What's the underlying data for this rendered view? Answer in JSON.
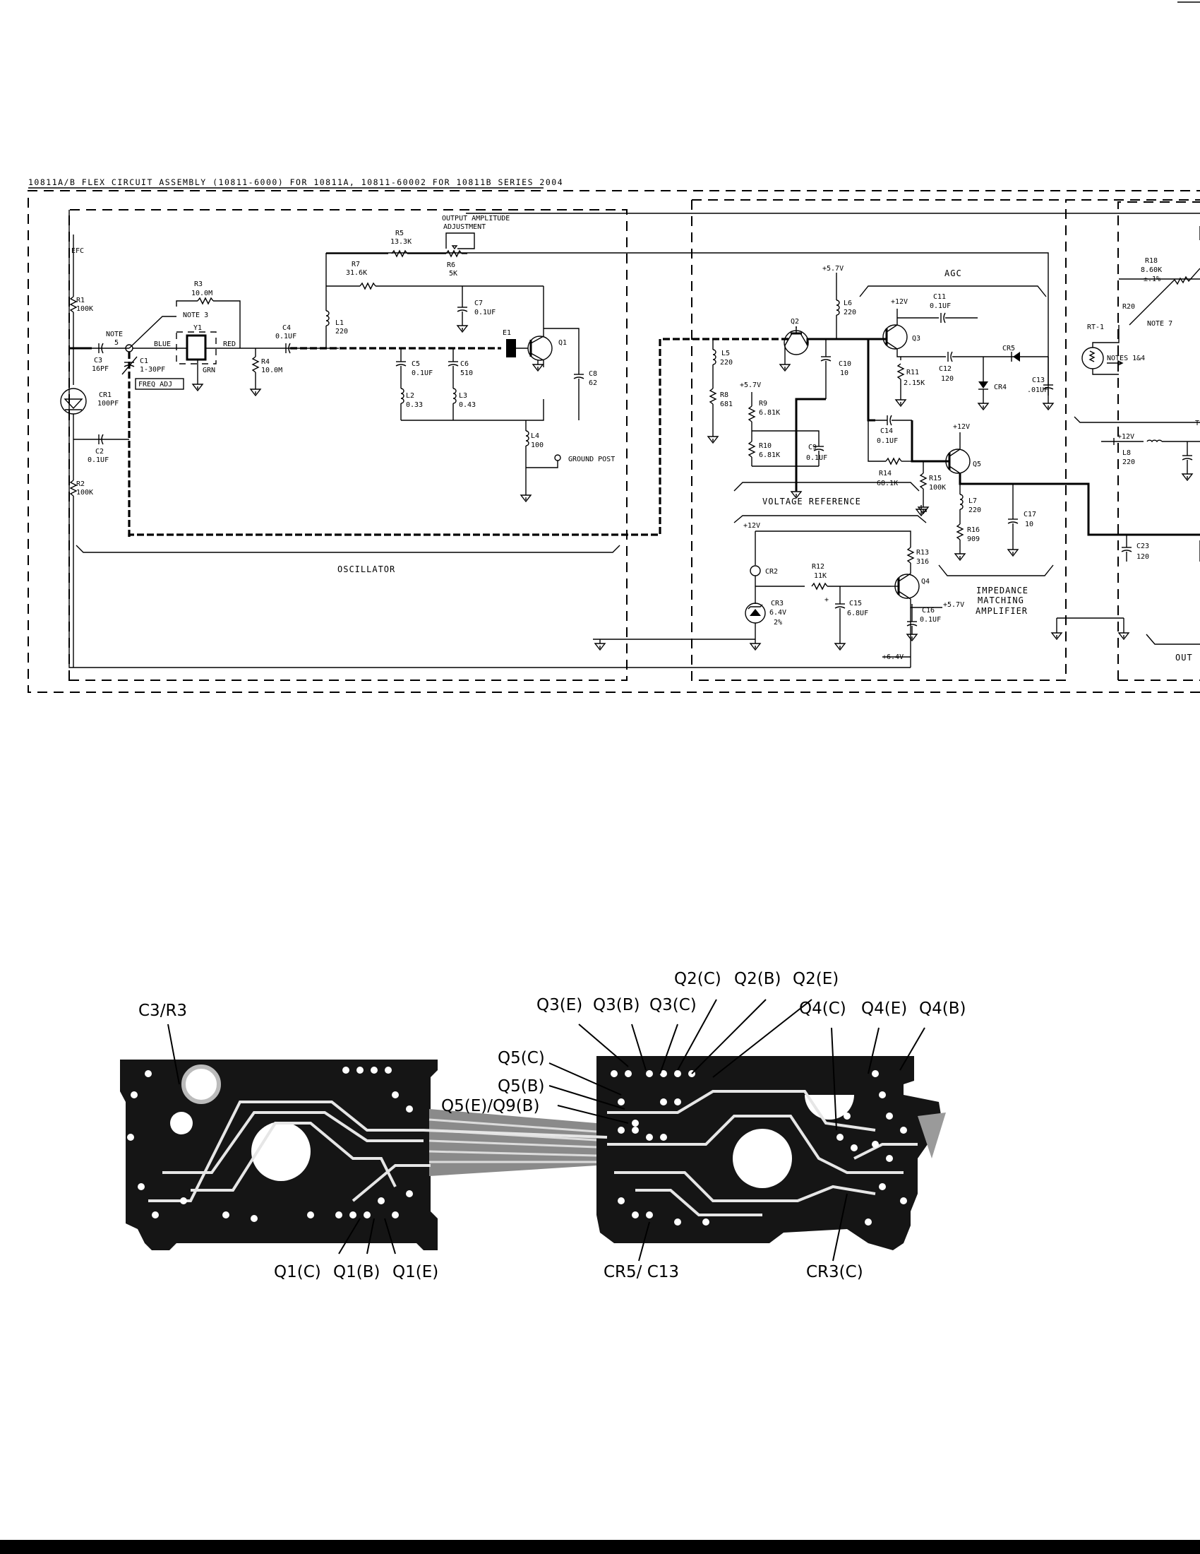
{
  "schematic": {
    "title": "10811A/B FLEX CIRCUIT ASSEMBLY (10811-6000) FOR 10811A, 10811-60002 FOR 10811B SERIES 2004",
    "efc": "EFC",
    "output_amplitude": "OUTPUT AMPLITUDE",
    "adjustment": "ADJUSTMENT",
    "ground_post": "GROUND POST",
    "freq_adj": "FREQ ADJ",
    "note5": "NOTE",
    "note5n": "5",
    "note3": "NOTE 3",
    "blue": "BLUE",
    "red": "RED",
    "grn": "GRN",
    "note7": "NOTE 7",
    "notes14": "NOTES 1&4",
    "rt1": "RT-1",
    "agc": "AGC",
    "out_partial": "OUT",
    "t_partial": "T",
    "sections": {
      "oscillator": "OSCILLATOR",
      "voltage_reference": "VOLTAGE REFERENCE",
      "impedance1": "IMPEDANCE",
      "impedance2": "MATCHING",
      "impedance3": "AMPLIFIER"
    },
    "rails": {
      "v57a": "+5.7V",
      "v57b": "+5.7V",
      "v57c": "+5.7V",
      "v12a": "+12V",
      "v12b": "+12V",
      "v12c": "+12V",
      "v12d": "+12V",
      "v64": "+6.4V"
    },
    "components": {
      "R1": "R1",
      "R1v": "100K",
      "R2": "R2",
      "R2v": "100K",
      "R3": "R3",
      "R3v": "10.0M",
      "R4": "R4",
      "R4v": "10.0M",
      "R5": "R5",
      "R5v": "13.3K",
      "R6": "R6",
      "R6v": "5K",
      "R7": "R7",
      "R7v": "31.6K",
      "R8": "R8",
      "R8v": "681",
      "R9": "R9",
      "R9v": "6.81K",
      "R10": "R10",
      "R10v": "6.81K",
      "R11": "R11",
      "R11v": "2.15K",
      "R12": "R12",
      "R12v": "11K",
      "R13": "R13",
      "R13v": "316",
      "R14": "R14",
      "R14v": "68.1K",
      "R15": "R15",
      "R15v": "100K",
      "R16": "R16",
      "R16v": "909",
      "R18": "R18",
      "R18v": "8.60K",
      "R18t": "±.1%",
      "R20": "R20",
      "C1": "C1",
      "C1v": "1-30PF",
      "C2": "C2",
      "C2v": "0.1UF",
      "C3": "C3",
      "C3v": "16PF",
      "C4": "C4",
      "C4v": "0.1UF",
      "C5": "C5",
      "C5v": "0.1UF",
      "C6": "C6",
      "C6v": "510",
      "C7": "C7",
      "C7v": "0.1UF",
      "C8": "C8",
      "C8v": "62",
      "C9": "C9",
      "C9v": "0.1UF",
      "C10": "C10",
      "C10v": "10",
      "C11": "C11",
      "C11v": "0.1UF",
      "C12": "C12",
      "C12v": "120",
      "C13": "C13",
      "C13v": ".01UF",
      "C14": "C14",
      "C14v": "0.1UF",
      "C15": "C15",
      "C15v": "6.8UF",
      "C16": "C16",
      "C16v": "0.1UF",
      "C17": "C17",
      "C17v": "10",
      "C23": "C23",
      "C23v": "120",
      "L1": "L1",
      "L1v": "220",
      "L2": "L2",
      "L2v": "0.33",
      "L3": "L3",
      "L3v": "0.43",
      "L4": "L4",
      "L4v": "100",
      "L5": "L5",
      "L5v": "220",
      "L6": "L6",
      "L6v": "220",
      "L7": "L7",
      "L7v": "220",
      "L8": "L8",
      "L8v": "220",
      "CR1": "CR1",
      "CR1v": "100PF",
      "CR2": "CR2",
      "CR3": "CR3",
      "CR3v": "6.4V",
      "CR3t": "2%",
      "CR4": "CR4",
      "CR5": "CR5",
      "Q1": "Q1",
      "Q2": "Q2",
      "Q3": "Q3",
      "Q4": "Q4",
      "Q5": "Q5",
      "Y1": "Y1",
      "E1": "E1"
    }
  },
  "board": {
    "labels": {
      "c3r3": "C3/R3",
      "q3e": "Q3(E)",
      "q3b": "Q3(B)",
      "q3c": "Q3(C)",
      "q2c": "Q2(C)",
      "q2b": "Q2(B)",
      "q2e": "Q2(E)",
      "q4c": "Q4(C)",
      "q4e": "Q4(E)",
      "q4b": "Q4(B)",
      "q5c": "Q5(C)",
      "q5b": "Q5(B)",
      "q5e": "Q5(E)/Q9(B)",
      "q1c": "Q1(C)",
      "q1b": "Q1(B)",
      "q1e": "Q1(E)",
      "cr5c13": "CR5/ C13",
      "cr3c": "CR3(C)"
    }
  }
}
